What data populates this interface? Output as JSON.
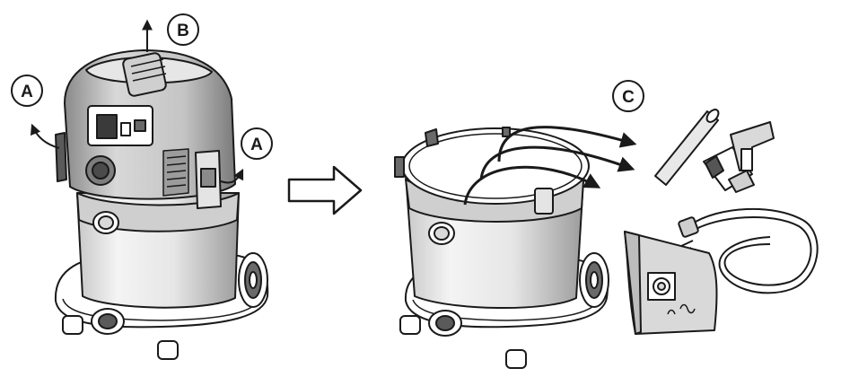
{
  "callouts": {
    "a_left": "A",
    "b_top": "B",
    "a_right": "A",
    "c_right": "C"
  },
  "colors": {
    "line": "#1a1a1a",
    "shade_dark": "#6f6f6f",
    "shade_mid": "#a9a9a9",
    "shade_light": "#d4d4d4",
    "fill": "#ffffff"
  },
  "icons": {
    "process_arrow": "hollow-right-arrow-icon"
  }
}
